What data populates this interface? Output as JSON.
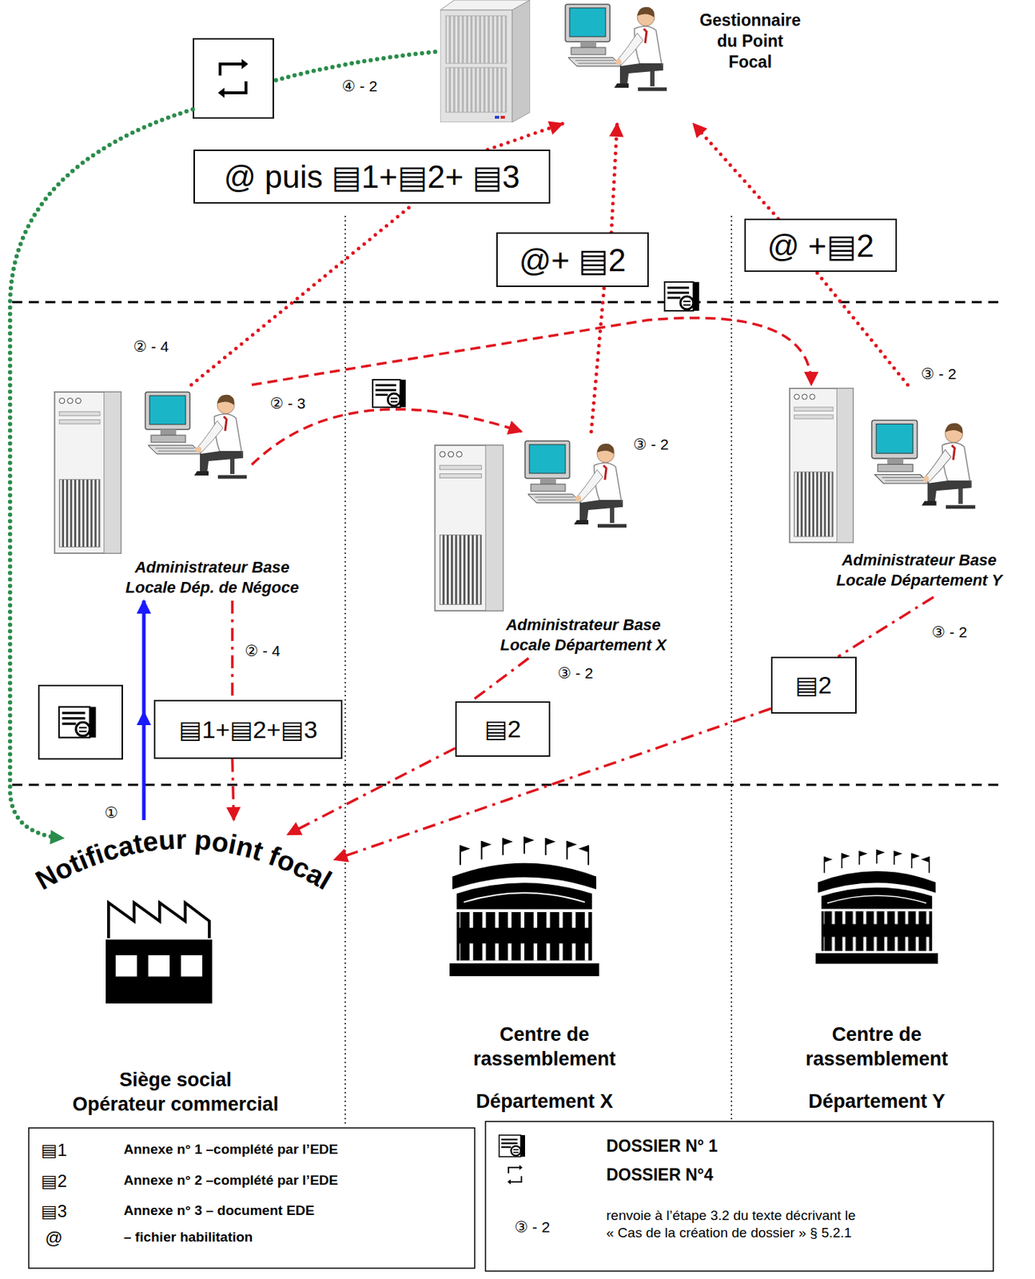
{
  "diagram": {
    "nodes": [
      {
        "text": [
          "Gestionnaire du Point Focal"
        ]
      },
      {
        "text": [
          "@ puis ▤1+▤2+ ▤3"
        ]
      },
      {
        "text": [
          "@+ ▤2"
        ]
      },
      {
        "text": [
          "@ +▤2"
        ]
      },
      {
        "text": [
          "Administrateur Base Locale Dép. de Négoce"
        ]
      },
      {
        "text": [
          "Administrateur Base Locale Département X"
        ]
      },
      {
        "text": [
          "Administrateur Base Locale Département Y"
        ]
      },
      {
        "text": [
          "▤1+▤2+▤3"
        ]
      },
      {
        "text": [
          "▤2"
        ]
      },
      {
        "text": [
          "▤2"
        ]
      },
      {
        "text": [
          "Notificateur point focal",
          "Siège social Opérateur commercial"
        ]
      },
      {
        "text": [
          "Centre de rassemblement",
          "Département X"
        ]
      },
      {
        "text": [
          "Centre de rassemblement",
          "Département Y"
        ]
      }
    ],
    "edges": [
      {
        "from": 10,
        "to": 4,
        "arrow": "to"
      },
      {
        "from": 4,
        "to": 7,
        "arrow": "none"
      },
      {
        "from": 7,
        "to": 10,
        "arrow": "to"
      },
      {
        "from": 5,
        "to": 8,
        "arrow": "none"
      },
      {
        "from": 8,
        "to": 10,
        "arrow": "to"
      },
      {
        "from": 6,
        "to": 9,
        "arrow": "none"
      },
      {
        "from": 9,
        "to": 10,
        "arrow": "to"
      },
      {
        "from": 4,
        "to": 1,
        "arrow": "none"
      },
      {
        "from": 1,
        "to": 0,
        "arrow": "to"
      },
      {
        "from": 5,
        "to": 2,
        "arrow": "none"
      },
      {
        "from": 2,
        "to": 0,
        "arrow": "to"
      },
      {
        "from": 6,
        "to": 3,
        "arrow": "none"
      },
      {
        "from": 3,
        "to": 0,
        "arrow": "to"
      },
      {
        "from": 4,
        "to": 5,
        "arrow": "to"
      },
      {
        "from": 4,
        "to": 6,
        "arrow": "to"
      },
      {
        "from": 0,
        "to": 10,
        "arrow": "to"
      }
    ],
    "labels": [
      "④ - 2",
      "② - 4",
      "② - 3",
      "③ - 2",
      "③ - 2",
      "② - 4",
      "③ - 2",
      "③ - 2",
      "①",
      "▤1",
      "▤2",
      "▤3",
      "@",
      "③ - 2"
    ],
    "legend": [
      {
        "text": "Annexe n° 1 –complété par l’EDE"
      },
      {
        "text": "Annexe n° 2 –complété par l’EDE"
      },
      {
        "text": "Annexe n° 3 – document EDE"
      },
      {
        "text": "– fichier habilitation"
      },
      {
        "text": "DOSSIER N° 1"
      },
      {
        "text": "DOSSIER N°4"
      },
      {
        "text": "renvoie à l’étape 3.2 du texte décrivant le « Cas de la création de dossier » § 5.2.1"
      }
    ]
  }
}
